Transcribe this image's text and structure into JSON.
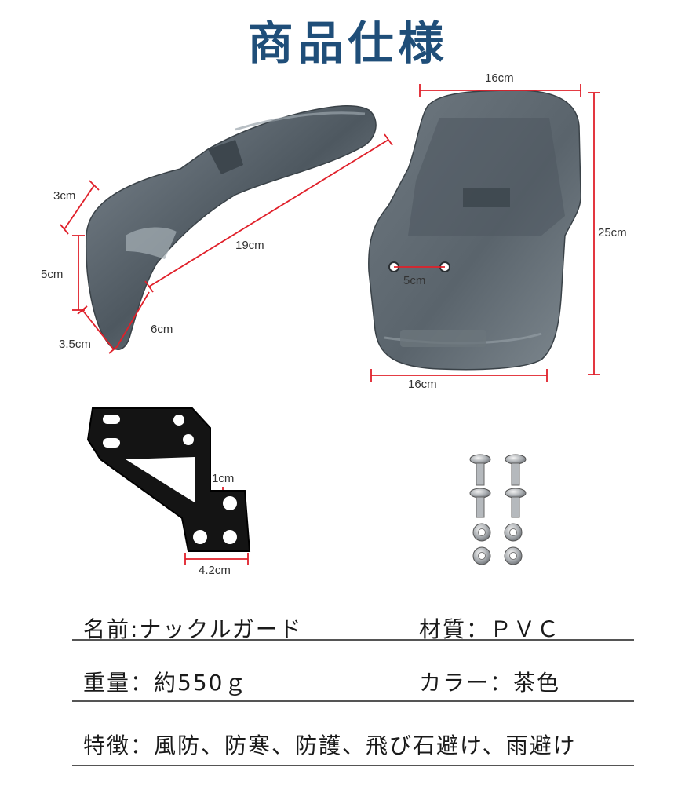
{
  "header": {
    "title": "商品仕様"
  },
  "dimensions": {
    "side_top": "3cm",
    "side_height": "5cm",
    "side_bottom": "3.5cm",
    "side_length": "19cm",
    "side_depth": "6cm",
    "front_top_width": "16cm",
    "front_bottom_width": "16cm",
    "front_height": "25cm",
    "hole_spacing": "5cm",
    "bracket_hole": "1cm",
    "bracket_width": "4.2cm"
  },
  "specs": {
    "name": "名前:ナックルガード",
    "material": "材質：ＰＶＣ",
    "weight": "重量：約550ｇ",
    "color": "カラー：茶色",
    "features": "特徴：風防、防寒、防護、飛び石避け、雨避け"
  },
  "colors": {
    "title": "#1f4e79",
    "guard_body": "#5c6770",
    "dimension_line": "#e0202a",
    "rule": "#555555"
  }
}
